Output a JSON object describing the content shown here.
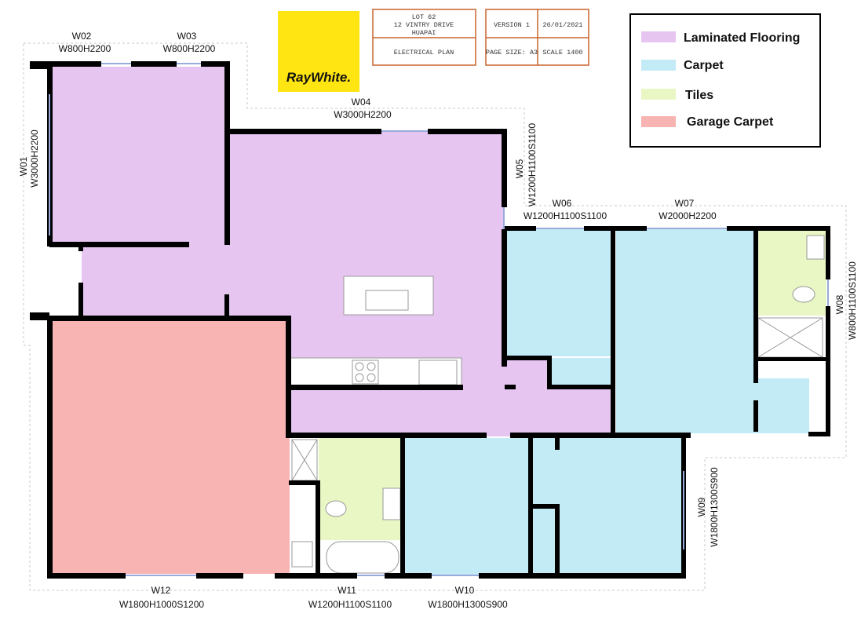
{
  "colors": {
    "laminated": "#e6c6f0",
    "carpet": "#c3ebf6",
    "tiles": "#e9f7c4",
    "garage": "#f8b3b3",
    "wall": "#000000",
    "logo_bg": "#ffe512",
    "title_border": "#c8642c"
  },
  "logo": {
    "text": "RayWhite."
  },
  "title_block": {
    "lot": "LOT 62",
    "address": "12 VINTRY DRIVE",
    "suburb": "HUAPAI",
    "plan": "ELECTRICAL PLAN",
    "version": "VERSION 1",
    "date": "26/01/2021",
    "page_size": "PAGE SIZE: A3",
    "scale": "SCALE 1400"
  },
  "legend": [
    {
      "label": "Laminated Flooring",
      "color_key": "laminated"
    },
    {
      "label": "Carpet",
      "color_key": "carpet"
    },
    {
      "label": "Tiles",
      "color_key": "tiles"
    },
    {
      "label": "Garage Carpet",
      "color_key": "garage"
    }
  ],
  "windows": {
    "w01": {
      "id": "W01",
      "size": "W3000H2200"
    },
    "w02": {
      "id": "W02",
      "size": "W800H2200"
    },
    "w03": {
      "id": "W03",
      "size": "W800H2200"
    },
    "w04": {
      "id": "W04",
      "size": "W3000H2200"
    },
    "w05": {
      "id": "W05",
      "size": "W1200H1100S1100"
    },
    "w06": {
      "id": "W06",
      "size": "W1200H1100S1100"
    },
    "w07": {
      "id": "W07",
      "size": "W2000H2200"
    },
    "w08": {
      "id": "W08",
      "size": "W800H1100S1100"
    },
    "w09": {
      "id": "W09",
      "size": "W1800H1300S900"
    },
    "w10": {
      "id": "W10",
      "size": "W1800H1300S900"
    },
    "w11": {
      "id": "W11",
      "size": "W1200H1100S1100"
    },
    "w12": {
      "id": "W12",
      "size": "W1800H1000S1200"
    }
  }
}
